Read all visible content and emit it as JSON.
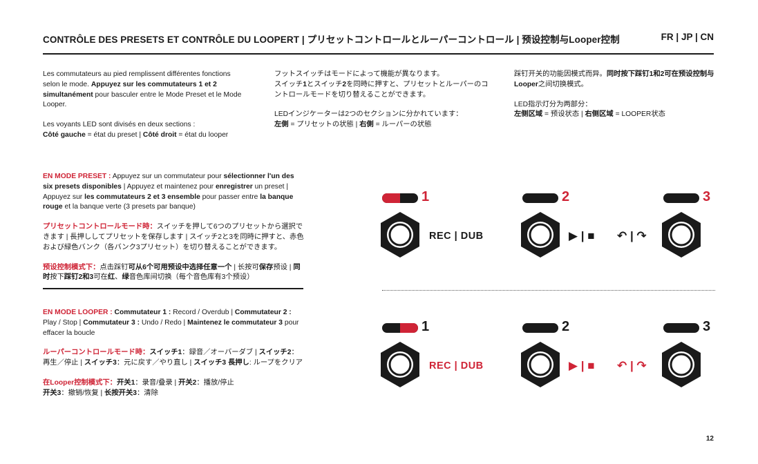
{
  "header": {
    "title": "CONTRÔLE DES PRESETS ET CONTRÔLE DU LOOPERT | プリセットコントロールとルーパーコントロール | 预设控制与Looper控制",
    "languages": "FR | JP | CN"
  },
  "intro": {
    "fr": {
      "p1_a": "Les commutateurs au pied remplissent différentes fonctions selon le mode. ",
      "p1_b": "Appuyez sur les commutateurs 1 et 2 simultanément",
      "p1_c": " pour basculer entre le Mode Preset et le Mode Looper.",
      "p2": "Les voyants LED sont divisés en deux sections :",
      "p3_a": "Côté gauche",
      "p3_b": " = état du preset | ",
      "p3_c": "Côté droit",
      "p3_d": " = état du looper"
    },
    "jp": {
      "p1_a": "フットスイッチはモードによって機能が異なります。",
      "p1_b": "スイッチ",
      "p1_c": "1",
      "p1_d": "とスイッチ",
      "p1_e": "2",
      "p1_f": "を同時に押すと、プリセットとルーパーのコントロールモードを切り替えることができます。",
      "p2": "LEDインジケーターは2つのセクションに分かれています：",
      "p3_a": "左側",
      "p3_b": " = プリセットの状態 | ",
      "p3_c": "右側",
      "p3_d": " = ルーパーの状態"
    },
    "cn": {
      "p1_a": "踩钉开关的功能因模式而异。",
      "p1_b": "同时按下踩钉1和2可在预设控制与Looper",
      "p1_c": "之间切换模式。",
      "p2": "LED指示灯分为两部分：",
      "p3_a": "左侧区域",
      "p3_b": " = 预设状态 | ",
      "p3_c": "右侧区域",
      "p3_d": " = LOOPER状态"
    }
  },
  "preset_section": {
    "fr": {
      "label": "EN MODE PRESET :",
      "t1": "  Appuyez sur un commutateur pour ",
      "t2": "sélectionner l'un des six presets disponibles",
      "t3": " | Appuyez et maintenez pour ",
      "t4": "enregistrer",
      "t5": " un preset | Appuyez sur ",
      "t6": "les commutateurs 2 et 3 ensemble",
      "t7": " pour passer entre ",
      "t8": "la banque rouge",
      "t9": " et la banque verte (3 presets par banque)"
    },
    "jp": {
      "label": "プリセットコントロールモード時：",
      "t1": "スイッチを押して6つのプリセットから選択できます | 長押ししてプリセットを保存します | スイッチ2と3を同時に押すと、赤色および緑色バンク（各バンク3プリセット）を切り替えることができます。"
    },
    "cn": {
      "label": "预设控制模式下：",
      "t1": "点击踩钉",
      "t2": "可从6个可用预设中选择任意一个",
      "t3": " | 长按可",
      "t4": "保存",
      "t5": "预设 | ",
      "t6": "同时",
      "t7": "按下",
      "t8": "踩钉2和3",
      "t9": "可在",
      "t10": "红",
      "t11": "、",
      "t12": "绿",
      "t13": "音色库间切换（每个音色库有3个预设）"
    }
  },
  "looper_section": {
    "fr": {
      "label": "EN MODE LOOPER :",
      "t1": "  Commutateur 1 :",
      "t2": " Record / Overdub | ",
      "t3": "Commutateur 2 :",
      "t4": " Play / Stop | ",
      "t5": "Commutateur 3 :",
      "t6": " Undo / Redo | ",
      "t7": "Maintenez le commutateur 3",
      "t8": " pour effacer la boucle"
    },
    "jp": {
      "label": "ルーパーコントロールモード時：",
      "t1": "スイッチ1",
      "t2": "：録音／オーバーダブ | ",
      "t3": "スイッチ2",
      "t4": "：再生／停止 | ",
      "t5": "スイッチ3",
      "t6": "：元に戻す／やり直し | ",
      "t7": "スイッチ3 長押し",
      "t8": ": ループをクリア"
    },
    "cn": {
      "label": "在Looper控制模式下：",
      "t1": "开关1",
      "t2": "：录音/叠录 | ",
      "t3": "开关2",
      "t4": "：播放/停止",
      "t5": "开关3",
      "t6": "：撤销/恢复 | ",
      "t7": "长按开关3",
      "t8": "：清除"
    }
  },
  "diagram": {
    "preset_row": {
      "numbers": [
        "1",
        "2",
        "3"
      ],
      "rec_dub": "REC | DUB",
      "play_stop": "▶ | ■",
      "undo_redo": "↶ | ↷"
    },
    "looper_row": {
      "numbers": [
        "1",
        "2",
        "3"
      ],
      "rec_dub": "REC | DUB",
      "play_stop": "▶ | ■",
      "undo_redo": "↶ | ↷"
    },
    "colors": {
      "accent": "#cf2436",
      "ink": "#1a1a1a"
    }
  },
  "page_number": "12"
}
